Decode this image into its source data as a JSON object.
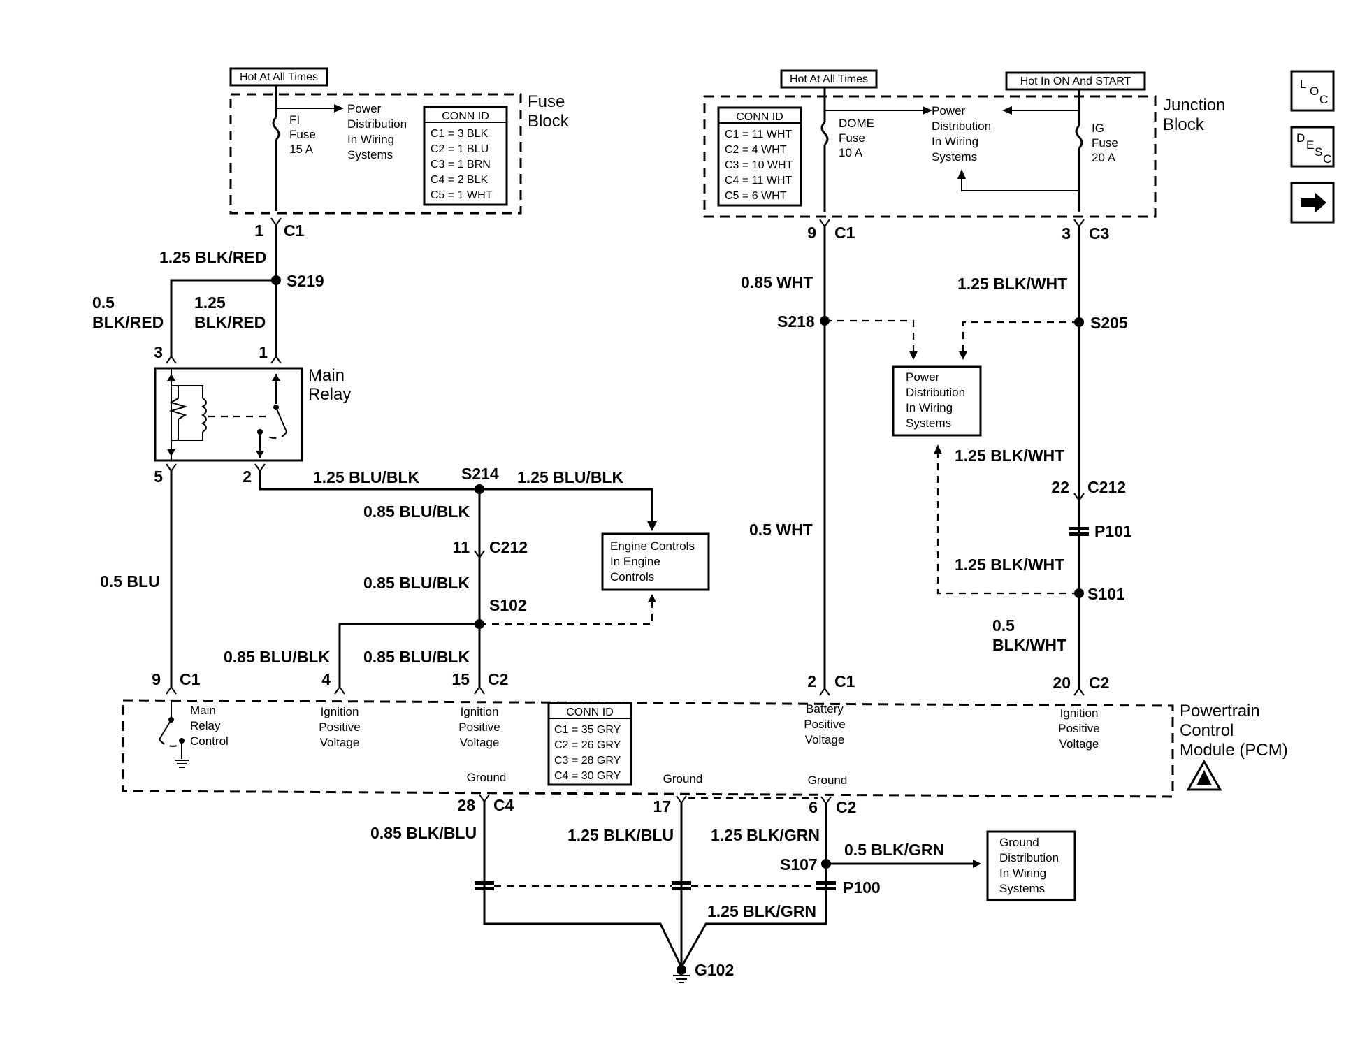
{
  "fuse_block": {
    "hot_label": "Hot At All Times",
    "title_line1": "Fuse",
    "title_line2": "Block",
    "fuse_line1": "FI",
    "fuse_line2": "Fuse",
    "fuse_line3": "15 A",
    "power_dist": [
      "Power",
      "Distribution",
      "In Wiring",
      "Systems"
    ],
    "conn_id": {
      "header": "CONN ID",
      "rows": [
        "C1 = 3 BLK",
        "C2 = 1 BLU",
        "C3 = 1 BRN",
        "C4 = 2 BLK",
        "C5 = 1 WHT"
      ]
    }
  },
  "junction_block": {
    "hot_label_1": "Hot At All Times",
    "hot_label_2": "Hot In ON And START",
    "title_line1": "Junction",
    "title_line2": "Block",
    "dome_fuse": [
      "DOME",
      "Fuse",
      "10 A"
    ],
    "ig_fuse": [
      "IG",
      "Fuse",
      "20 A"
    ],
    "power_dist": [
      "Power",
      "Distribution",
      "In Wiring",
      "Systems"
    ],
    "conn_id": {
      "header": "CONN ID",
      "rows": [
        "C1 = 11 WHT",
        "C2 = 4 WHT",
        "C3 = 10 WHT",
        "C4 = 11 WHT",
        "C5 = 6 WHT"
      ]
    }
  },
  "side_icons": {
    "loc": [
      "L",
      "O",
      "C"
    ],
    "desc": [
      "D",
      "E",
      "S",
      "C"
    ]
  },
  "main_relay": {
    "line1": "Main",
    "line2": "Relay"
  },
  "wires": {
    "w_125_blk_red_top": "1.25 BLK/RED",
    "w_05_blk_red_a": "0.5",
    "w_05_blk_red_b": "BLK/RED",
    "w_125_blk_red_a": "1.25",
    "w_125_blk_red_b": "BLK/RED",
    "w_125_blu_blk_left": "1.25 BLU/BLK",
    "w_125_blu_blk_right": "1.25 BLU/BLK",
    "w_085_blu_blk_1": "0.85 BLU/BLK",
    "w_085_blu_blk_2": "0.85 BLU/BLK",
    "w_085_blu_blk_3": "0.85 BLU/BLK",
    "w_085_blu_blk_4": "0.85 BLU/BLK",
    "w_05_blu": "0.5 BLU",
    "w_085_wht": "0.85 WHT",
    "w_05_wht": "0.5 WHT",
    "w_125_blk_wht_1": "1.25 BLK/WHT",
    "w_125_blk_wht_2": "1.25 BLK/WHT",
    "w_125_blk_wht_3": "1.25 BLK/WHT",
    "w_05_blk_wht_a": "0.5",
    "w_05_blk_wht_b": "BLK/WHT",
    "w_085_blk_blu": "0.85 BLK/BLU",
    "w_125_blk_blu": "1.25 BLK/BLU",
    "w_125_blk_grn_1": "1.25 BLK/GRN",
    "w_125_blk_grn_2": "1.25 BLK/GRN",
    "w_05_blk_grn": "0.5 BLK/GRN"
  },
  "splices": {
    "s219": "S219",
    "s214": "S214",
    "s102": "S102",
    "s218": "S218",
    "s205": "S205",
    "s101": "S101",
    "s107": "S107"
  },
  "connectors": {
    "p101": "P101",
    "p100": "P100",
    "g102": "G102"
  },
  "pins": {
    "fb_1": "1",
    "fb_c1": "C1",
    "relay_3": "3",
    "relay_1": "1",
    "relay_5": "5",
    "relay_2": "2",
    "c212_11": "11",
    "c212_label": "C212",
    "pcm_9": "9",
    "pcm_c1_a": "C1",
    "pcm_4": "4",
    "pcm_15": "15",
    "pcm_c2_a": "C2",
    "jb_9": "9",
    "jb_c1": "C1",
    "jb_3": "3",
    "jb_c3": "C3",
    "c212_22": "22",
    "c212_label_2": "C212",
    "pcm_2": "2",
    "pcm_c1_b": "C1",
    "pcm_20": "20",
    "pcm_c2_b": "C2",
    "pcm_28": "28",
    "pcm_c4": "C4",
    "pcm_17": "17",
    "pcm_6": "6",
    "pcm_c2_c": "C2"
  },
  "engine_controls": [
    "Engine Controls",
    "In Engine",
    "Controls"
  ],
  "power_dist_mid": [
    "Power",
    "Distribution",
    "In Wiring",
    "Systems"
  ],
  "ground_dist": [
    "Ground",
    "Distribution",
    "In Wiring",
    "Systems"
  ],
  "pcm": {
    "title": [
      "Powertrain",
      "Control",
      "Module (PCM)"
    ],
    "main_relay_ctrl": [
      "Main",
      "Relay",
      "Control"
    ],
    "ign_pos_1": [
      "Ignition",
      "Positive",
      "Voltage"
    ],
    "ign_pos_2": [
      "Ignition",
      "Positive",
      "Voltage"
    ],
    "batt_pos": [
      "Battery",
      "Positive",
      "Voltage"
    ],
    "ign_pos_3": [
      "Ignition",
      "Positive",
      "Voltage"
    ],
    "ground_1": "Ground",
    "ground_2": "Ground",
    "ground_3": "Ground",
    "conn_id": {
      "header": "CONN ID",
      "rows": [
        "C1 = 35 GRY",
        "C2 = 26 GRY",
        "C3 = 28 GRY",
        "C4 = 30 GRY"
      ]
    }
  }
}
